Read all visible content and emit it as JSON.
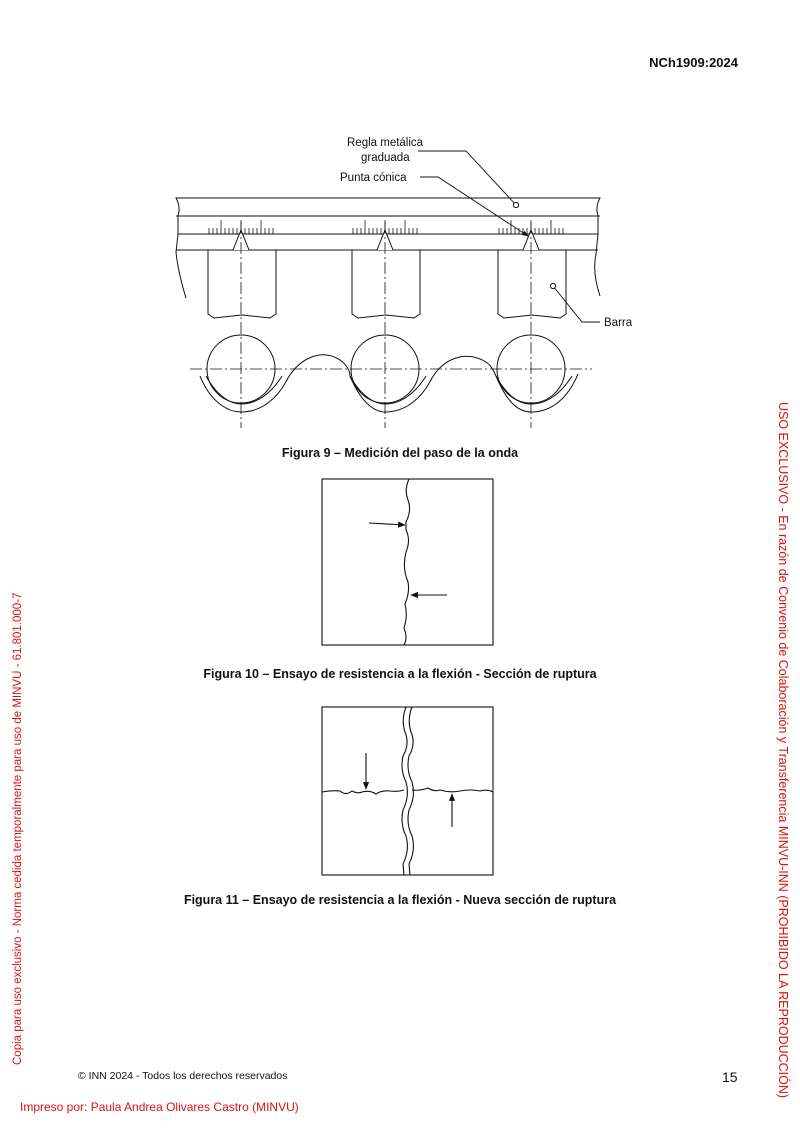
{
  "header": {
    "document_code": "NCh1909:2024"
  },
  "figure9": {
    "labels": {
      "ruler": [
        "Regla metálica",
        "graduada"
      ],
      "cone_tip": "Punta cónica",
      "bar": "Barra"
    },
    "caption": "Figura 9 – Medición del paso de la onda"
  },
  "figure10": {
    "caption": "Figura 10 – Ensayo de resistencia a la flexión - Sección de ruptura"
  },
  "figure11": {
    "caption": "Figura 11 – Ensayo de resistencia a la flexión - Nueva sección de ruptura"
  },
  "footer": {
    "copyright": "© INN 2024 - Todos los derechos reservados",
    "page_number": "15",
    "printed_by": "Impreso por: Paula Andrea Olivares Castro (MINVU)"
  },
  "watermarks": {
    "left": "Copia para uso exclusivo - Norma cedida temporalmente para uso de MINVU - 61.801.000-7",
    "right": "USO EXCLUSIVO - En razón de Convenio de Colaboración y Transferencia MINVU-INN (PROHIBIDO LA REPRODUCCIÓN)"
  },
  "colors": {
    "watermark": "#d8140f",
    "line": "#111111"
  }
}
